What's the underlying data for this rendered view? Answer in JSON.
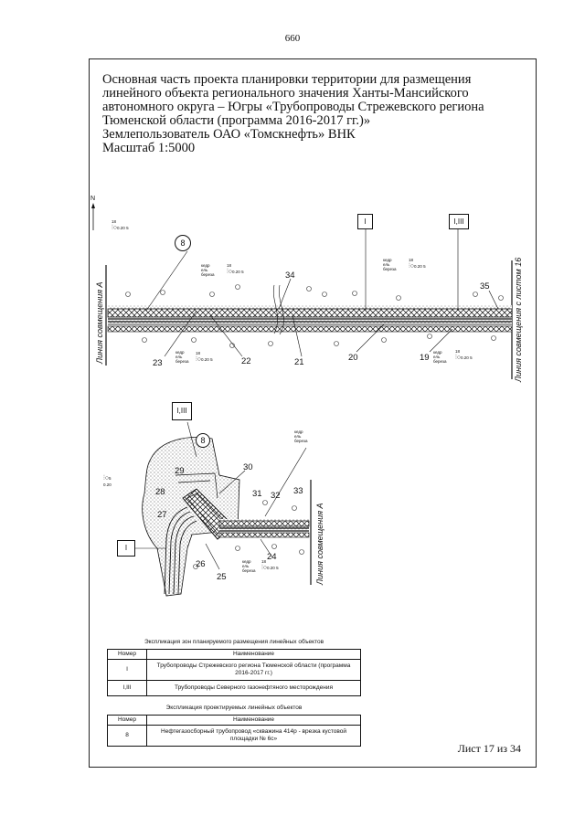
{
  "page_number": "660",
  "title_lines": [
    "Основная часть проекта планировки территории для размещения",
    "линейного объекта регионального значения Ханты-Мансийского",
    "автономного округа – Югры «Трубопроводы Стрежевского региона",
    "Тюменской области (программа 2016-2017 гг.)»",
    "Землепользователь ОАО «Томскнефть» ВНК",
    "Масштаб 1:5000"
  ],
  "north_label": "N",
  "map": {
    "match_line_left": "Линия совмещения А",
    "match_line_right_top": "Линия совмещения с листом 16",
    "match_line_right_bottom": "Линия совмещения А",
    "zone_labels": [
      "I",
      "I,III",
      "I,III",
      "I"
    ],
    "circle_label": "8",
    "numbers_top": [
      "34",
      "35",
      "23",
      "22",
      "21",
      "20",
      "19"
    ],
    "numbers_bottom": [
      "29",
      "30",
      "28",
      "31",
      "32",
      "33",
      "27",
      "24",
      "26",
      "25"
    ],
    "forest_word_1": "кедр",
    "forest_word_2": "ель",
    "forest_word_3": "береза",
    "tax_ratio": "18",
    "tax_denominator": "0.20",
    "tax_suffix": "5"
  },
  "zones_table": {
    "caption": "Экспликация зон планируемого размещения линейных объектов",
    "headers": [
      "Номер",
      "Наименование"
    ],
    "rows": [
      [
        "I",
        "Трубопроводы Стрежевского региона Тюменской области (программа 2016-2017 гг.)"
      ],
      [
        "I,III",
        "Трубопроводы Северного газонефтяного месторождения"
      ]
    ]
  },
  "objects_table": {
    "caption": "Экспликация проектируемых линейных объектов",
    "headers": [
      "Номер",
      "Наименование"
    ],
    "rows": [
      [
        "8",
        "Нефтегазосборный трубопровод «скважина 414р - врезка кустовой площадки № 6с»"
      ]
    ]
  },
  "sheet_label": "Лист 17 из 34"
}
